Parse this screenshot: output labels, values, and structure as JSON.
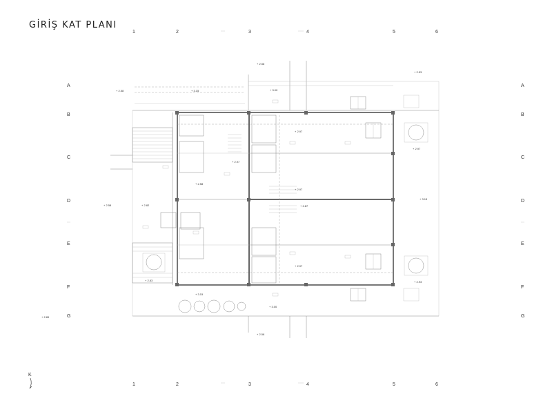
{
  "title": "GİRİŞ KAT PLANI",
  "grid": {
    "columns_top": [
      "1",
      "2",
      "3",
      "4",
      "5",
      "6"
    ],
    "columns_bottom": [
      "1",
      "2",
      "3",
      "4",
      "5",
      "6"
    ],
    "rows_left": [
      "A",
      "B",
      "C",
      "D",
      "E",
      "F",
      "G"
    ],
    "rows_right": [
      "A",
      "B",
      "C",
      "D",
      "E",
      "F",
      "G"
    ]
  },
  "north_label": "K",
  "levels": {
    "top_entry": "+ 2.58",
    "top_left": "+ 2.58",
    "top_mid_left": "+ 3.15",
    "court_top": "+ 3.00",
    "right_top": "+ 2.53",
    "inner_a": "+ 2.97",
    "inner_b": "+ 2.97",
    "inner_c": "+ 2.97",
    "right_mid": "+ 2.97",
    "left_mid": "+ 2.58",
    "left_terrace": "+ 2.82",
    "center_d": "+ 2.87",
    "center_e": "+ 2.89",
    "right_d": "+ 3.15",
    "inner_f": "+ 2.97",
    "right_f": "+ 2.93",
    "bottom_left": "+ 2.83",
    "bottom_mid": "+ 3.15",
    "bottom_court": "+ 3.00",
    "bottom_entry": "+ 2.58",
    "far_left": "+ 2.58"
  }
}
